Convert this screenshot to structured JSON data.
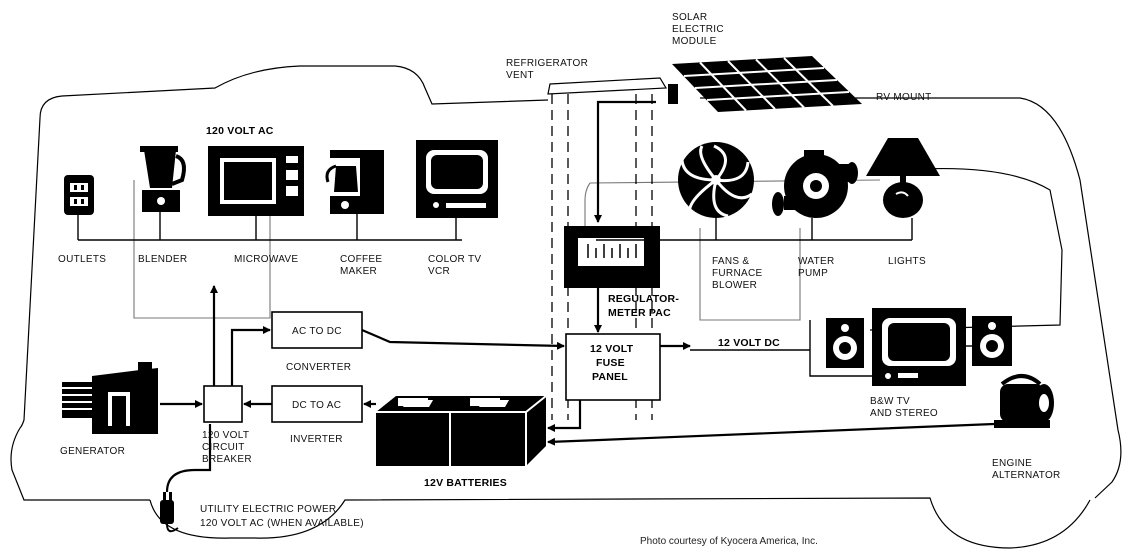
{
  "labels": {
    "solar": [
      "SOLAR",
      "ELECTRIC",
      "MODULE"
    ],
    "refrigerator_vent": [
      "REFRIGERATOR",
      "VENT"
    ],
    "rv_mount": "RV MOUNT",
    "ac_120": "120 VOLT AC",
    "outlets": "OUTLETS",
    "blender": "BLENDER",
    "microwave": "MICROWAVE",
    "coffee_maker": [
      "COFFEE",
      "MAKER"
    ],
    "color_tv": [
      "COLOR TV",
      "VCR"
    ],
    "regulator": [
      "REGULATOR-",
      "METER PAC"
    ],
    "fans": [
      "FANS &",
      "FURNACE",
      "BLOWER"
    ],
    "water_pump": [
      "WATER",
      "PUMP"
    ],
    "lights": "LIGHTS",
    "ac_to_dc": "AC TO DC",
    "converter": "CONVERTER",
    "dc_to_ac": "DC TO AC",
    "inverter": "INVERTER",
    "fuse_panel": [
      "12 VOLT",
      "FUSE",
      "PANEL"
    ],
    "dc_12": "12 VOLT DC",
    "bw_tv": [
      "B&W TV",
      "AND STEREO"
    ],
    "generator": "GENERATOR",
    "breaker": [
      "120 VOLT",
      "CIRCUIT",
      "BREAKER"
    ],
    "batteries": "12V BATTERIES",
    "engine_alt": [
      "ENGINE",
      "ALTERNATOR"
    ],
    "utility": [
      "UTILITY ELECTRIC POWER",
      "120 VOLT AC (WHEN AVAILABLE)"
    ],
    "credit": "Photo courtesy of Kyocera America, Inc."
  }
}
